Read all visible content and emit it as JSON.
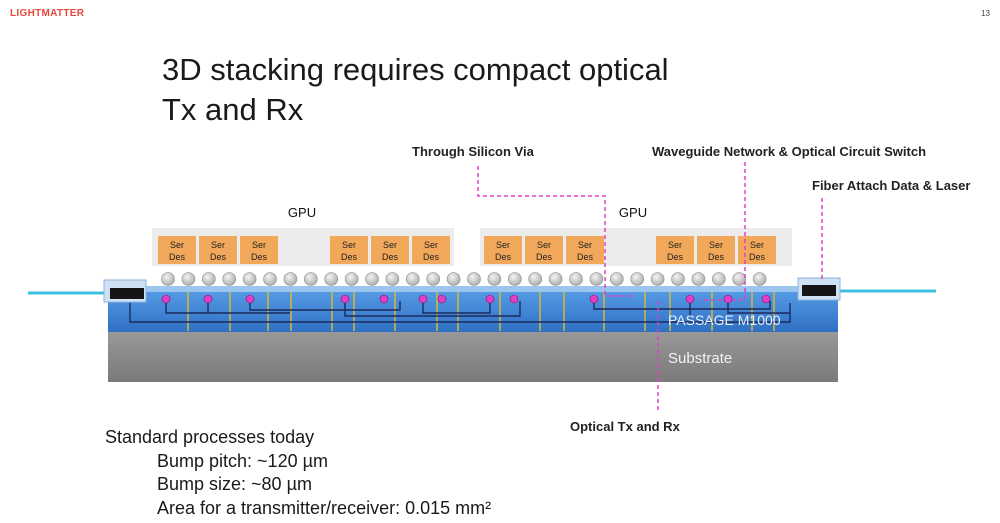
{
  "header": {
    "logo_text": "LIGHTMATTER",
    "page_number": "13"
  },
  "title": {
    "line1": "3D stacking requires compact optical",
    "line2": "Tx and Rx"
  },
  "diagram": {
    "gpu_labels": [
      "GPU",
      "GPU"
    ],
    "serdes_line1": "Ser",
    "serdes_line2": "Des",
    "interposer_label": "PASSAGE M1000",
    "substrate_label": "Substrate",
    "callouts": {
      "through_silicon_via": "Through Silicon Via",
      "waveguide_network": "Waveguide Network & Optical Circuit Switch",
      "fiber_attach": "Fiber Attach Data & Laser",
      "optical_txrx": "Optical Tx and Rx"
    },
    "colors": {
      "accent_pink": "#e040c8",
      "serdes_orange": "#f2a85a",
      "interposer_blue": "#3f86d6",
      "substrate_gray": "#8a8a8a",
      "fiber_cyan": "#3fc0e0",
      "tsv_yellow": "#d8b830"
    }
  },
  "bullets": {
    "heading": "Standard processes today",
    "items": [
      "Bump pitch: ~120 µm",
      "Bump size: ~80 µm",
      "Area for a transmitter/receiver: 0.015 mm²"
    ]
  }
}
